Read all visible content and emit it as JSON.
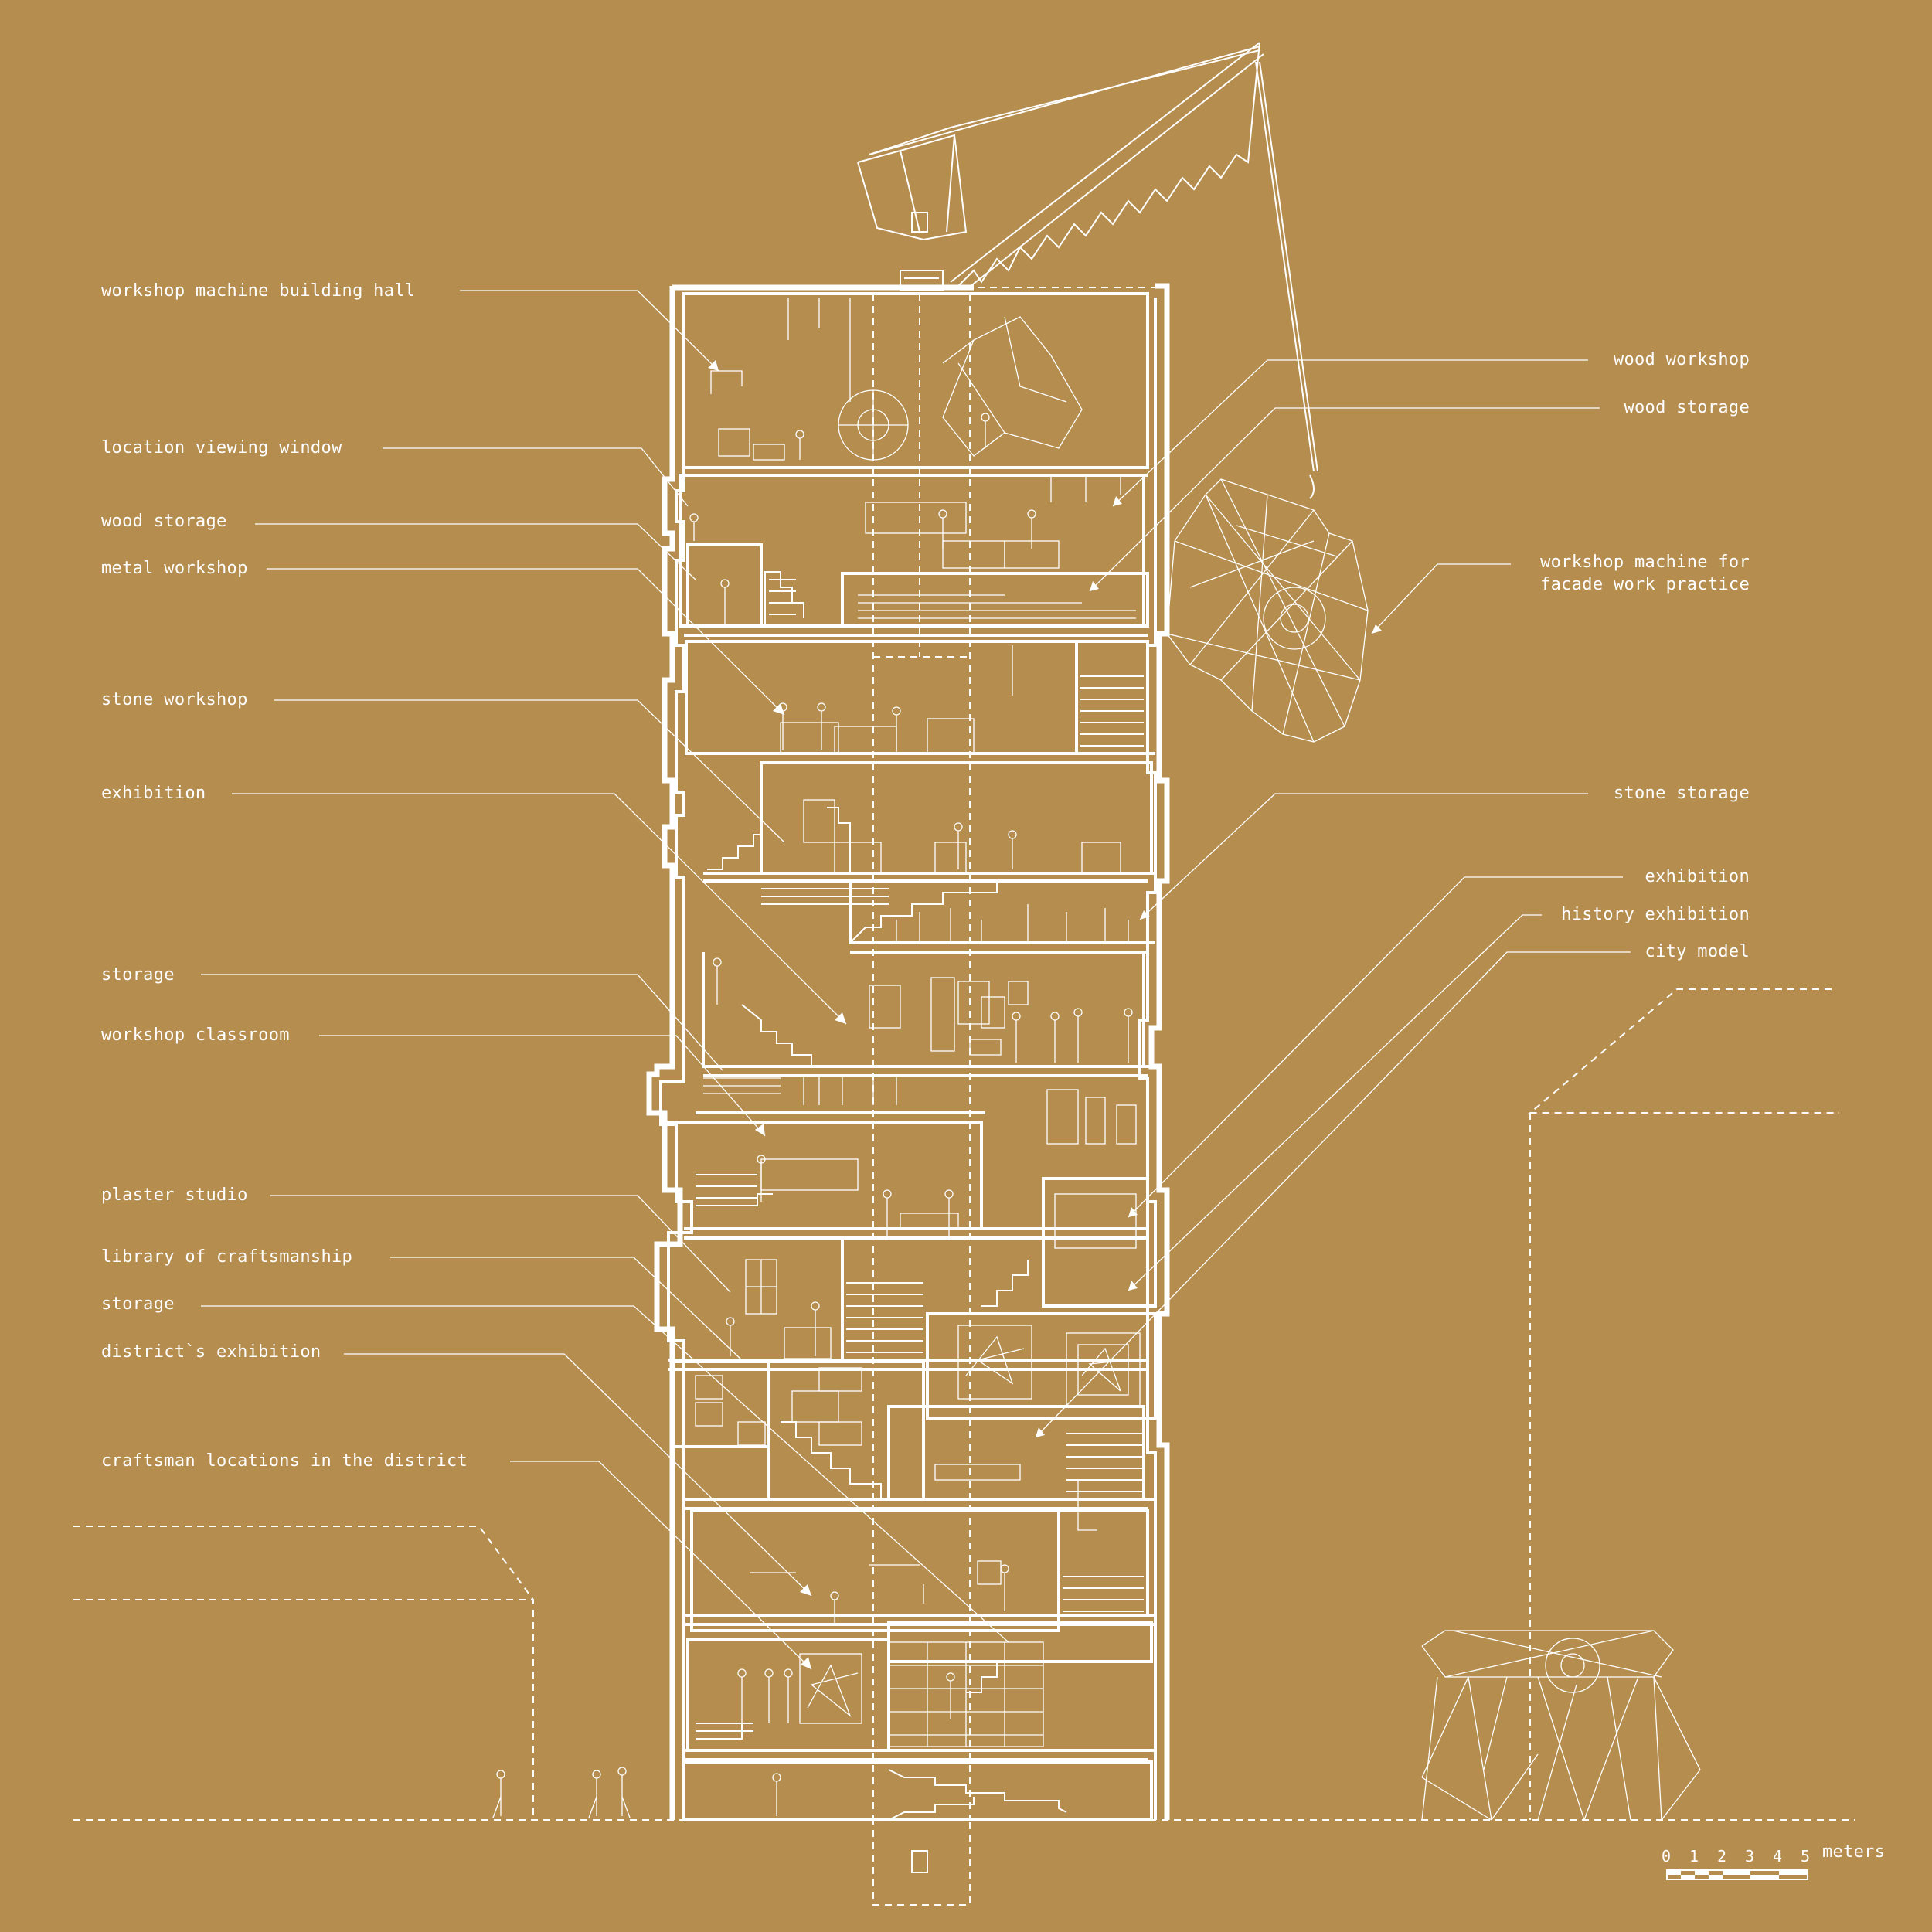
{
  "labels_left": [
    {
      "id": "workshop-machine-building-hall",
      "text": "workshop machine building hall"
    },
    {
      "id": "location-viewing-window",
      "text": "location viewing window"
    },
    {
      "id": "wood-storage-left",
      "text": "wood storage"
    },
    {
      "id": "metal-workshop",
      "text": "metal workshop"
    },
    {
      "id": "stone-workshop",
      "text": "stone workshop"
    },
    {
      "id": "exhibition-left",
      "text": "exhibition"
    },
    {
      "id": "storage-upper",
      "text": "storage"
    },
    {
      "id": "workshop-classroom",
      "text": "workshop classroom"
    },
    {
      "id": "plaster-studio",
      "text": "plaster studio"
    },
    {
      "id": "library-of-craftsmanship",
      "text": "library of craftsmanship"
    },
    {
      "id": "storage-lower",
      "text": "storage"
    },
    {
      "id": "districts-exhibition",
      "text": "district`s exhibition"
    },
    {
      "id": "craftsman-locations",
      "text": "craftsman locations in the district"
    }
  ],
  "labels_right": [
    {
      "id": "wood-workshop",
      "text": "wood workshop"
    },
    {
      "id": "wood-storage-right",
      "text": "wood storage"
    },
    {
      "id": "workshop-machine-facade",
      "text": "workshop machine for\nfacade work practice"
    },
    {
      "id": "stone-storage",
      "text": "stone storage"
    },
    {
      "id": "exhibition-right",
      "text": "exhibition"
    },
    {
      "id": "history-exhibition",
      "text": "history exhibition"
    },
    {
      "id": "city-model",
      "text": "city model"
    }
  ],
  "scale_bar": {
    "ticks": [
      "0",
      "1",
      "2",
      "3",
      "4",
      "5"
    ],
    "unit": "meters"
  },
  "colors": {
    "background": "#b58d4f",
    "line": "#ffffff"
  }
}
